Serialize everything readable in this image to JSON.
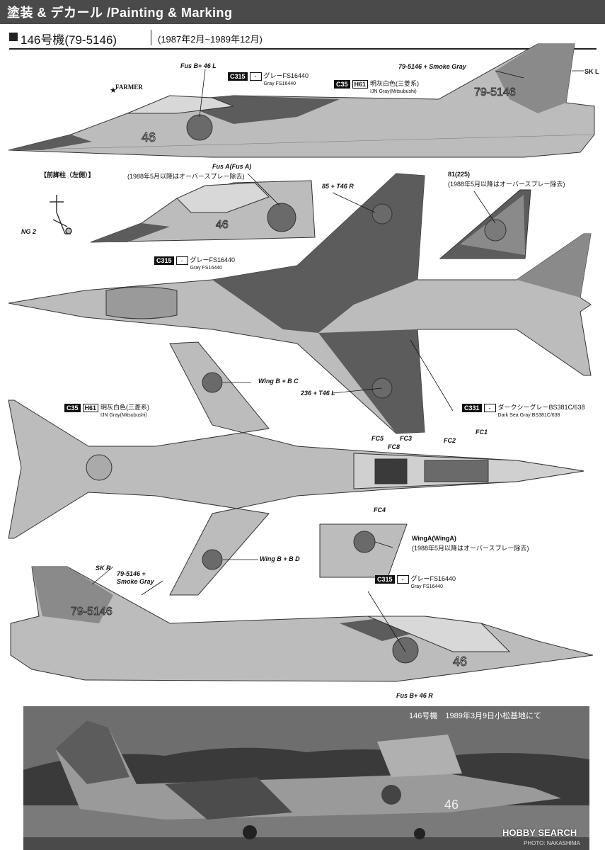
{
  "header": {
    "title": "塗装 & デカール /Painting & Marking"
  },
  "subheader": {
    "title": "146号機(79-5146)",
    "period": "(1987年2月~1989年12月)"
  },
  "colors": {
    "header_bg": "#4a4a4a",
    "light_gray": "#bcbcbc",
    "dark_gray": "#5c5c5c",
    "smoke_gray": "#8a8a8a"
  },
  "labels": {
    "farmer": "FARMER",
    "fus_b_46l": "Fus B+ 46 L",
    "smoke_gray_top": "79-5146 + Smoke Gray",
    "sk_l": "SK L",
    "nose_gear_title": "【前脚柱（左側）】",
    "ng2": "NG 2",
    "fus_a": "Fus A(Fus A)",
    "fus_a_note": "(1988年5月以降はオーバースプレー除去)",
    "t46r": "85 + T46 R",
    "n81": "81(225)",
    "n81_note": "(1988年5月以降はオーバースプレー除去)",
    "wing_bc": "Wing B + B C",
    "t46l": "236 + T46 L",
    "fc5": "FC5",
    "fc3": "FC3",
    "fc8": "FC8",
    "fc2": "FC2",
    "fc1": "FC1",
    "fc4": "FC4",
    "wing_a": "WingA(WingA)",
    "wing_a_note": "(1988年5月以降はオーバースプレー除去)",
    "wing_bd": "Wing B + B D",
    "sk_r": "SK R",
    "smoke_gray_bottom_1": "79-5146 +",
    "smoke_gray_bottom_2": "Smoke Gray",
    "fus_b_46r": "Fus B+ 46 R",
    "aircraft_number": "46",
    "serial": "79-5146"
  },
  "codes": {
    "c315": {
      "code": "C315",
      "sub": "-",
      "jp": "グレーFS16440",
      "en": "Gray FS16440"
    },
    "c35": {
      "code": "C35",
      "code2": "H61",
      "jp": "明灰白色(三菱系)",
      "en": "IJN Gray(Mitsubushi)"
    },
    "c331": {
      "code": "C331",
      "sub": "-",
      "jp": "ダークシーグレーBS381C/638",
      "en": "Dark Sea Gray BS381C/638"
    }
  },
  "photo": {
    "caption": "146号機　1989年3月9日小松基地にて",
    "watermark": "HOBBY SEARCH",
    "credit": "PHOTO: NAKASHIMA"
  }
}
